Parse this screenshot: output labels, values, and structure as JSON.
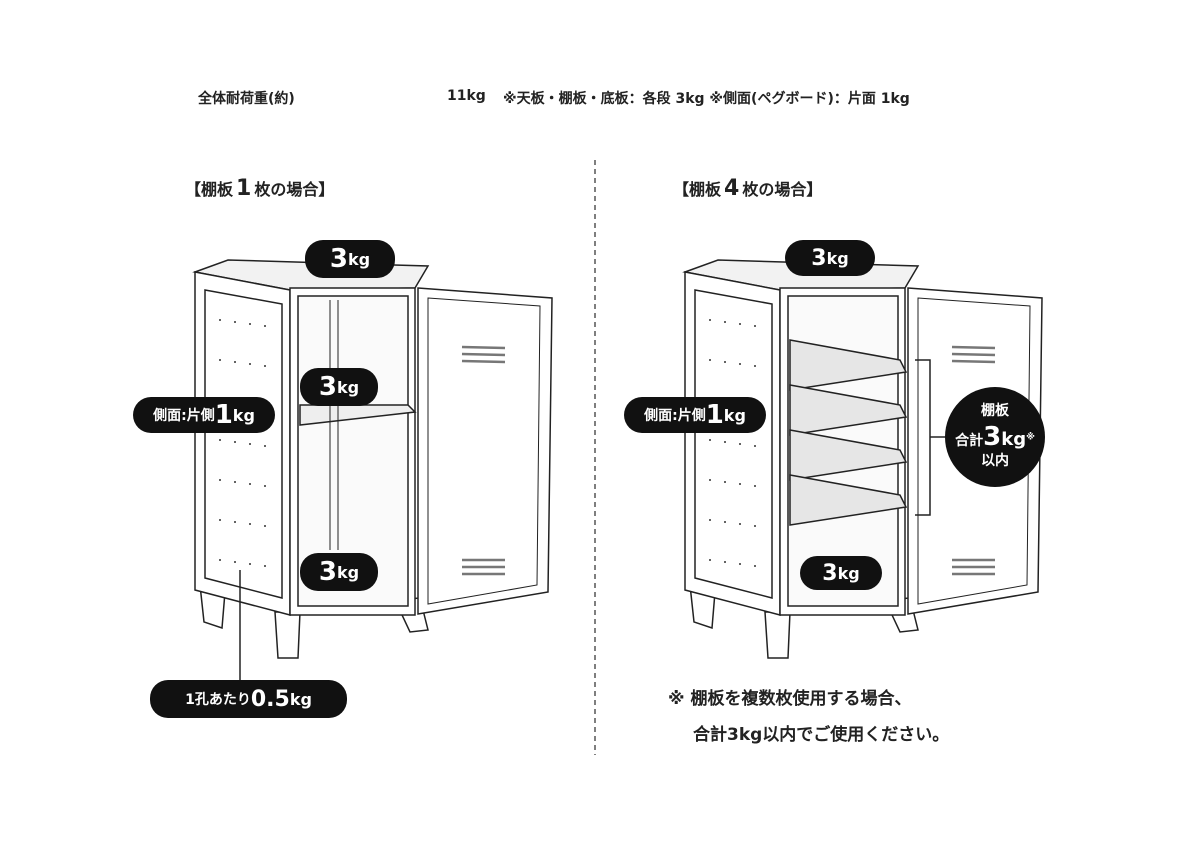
{
  "header": {
    "label": "全体耐荷重(約)",
    "total": "11kg",
    "detail": "※天板・棚板・底板：各段 3kg ※側面(ペグボード)：片面 1kg"
  },
  "left": {
    "title_pre": "【棚板",
    "title_num": "1",
    "title_post": "枚の場合】",
    "top": {
      "num": "3",
      "unit": "kg"
    },
    "shelf": {
      "num": "3",
      "unit": "kg"
    },
    "bottom": {
      "num": "3",
      "unit": "kg"
    },
    "side": {
      "pre": "側面:片側",
      "num": "1",
      "unit": "kg"
    },
    "hole": {
      "pre": "1孔あたり",
      "num": "0.5",
      "unit": "kg"
    }
  },
  "right": {
    "title_pre": "【棚板",
    "title_num": "4",
    "title_post": "枚の場合】",
    "top": {
      "num": "3",
      "unit": "kg"
    },
    "bottom": {
      "num": "3",
      "unit": "kg"
    },
    "side": {
      "pre": "側面:片側",
      "num": "1",
      "unit": "kg"
    },
    "circle": {
      "line1": "棚板",
      "pre": "合計",
      "num": "3",
      "unit": "kg",
      "mark": "※",
      "line3": "以内"
    },
    "note1": "※ 棚板を複数枚使用する場合、",
    "note2": "合計3kg以内でご使用ください。"
  }
}
